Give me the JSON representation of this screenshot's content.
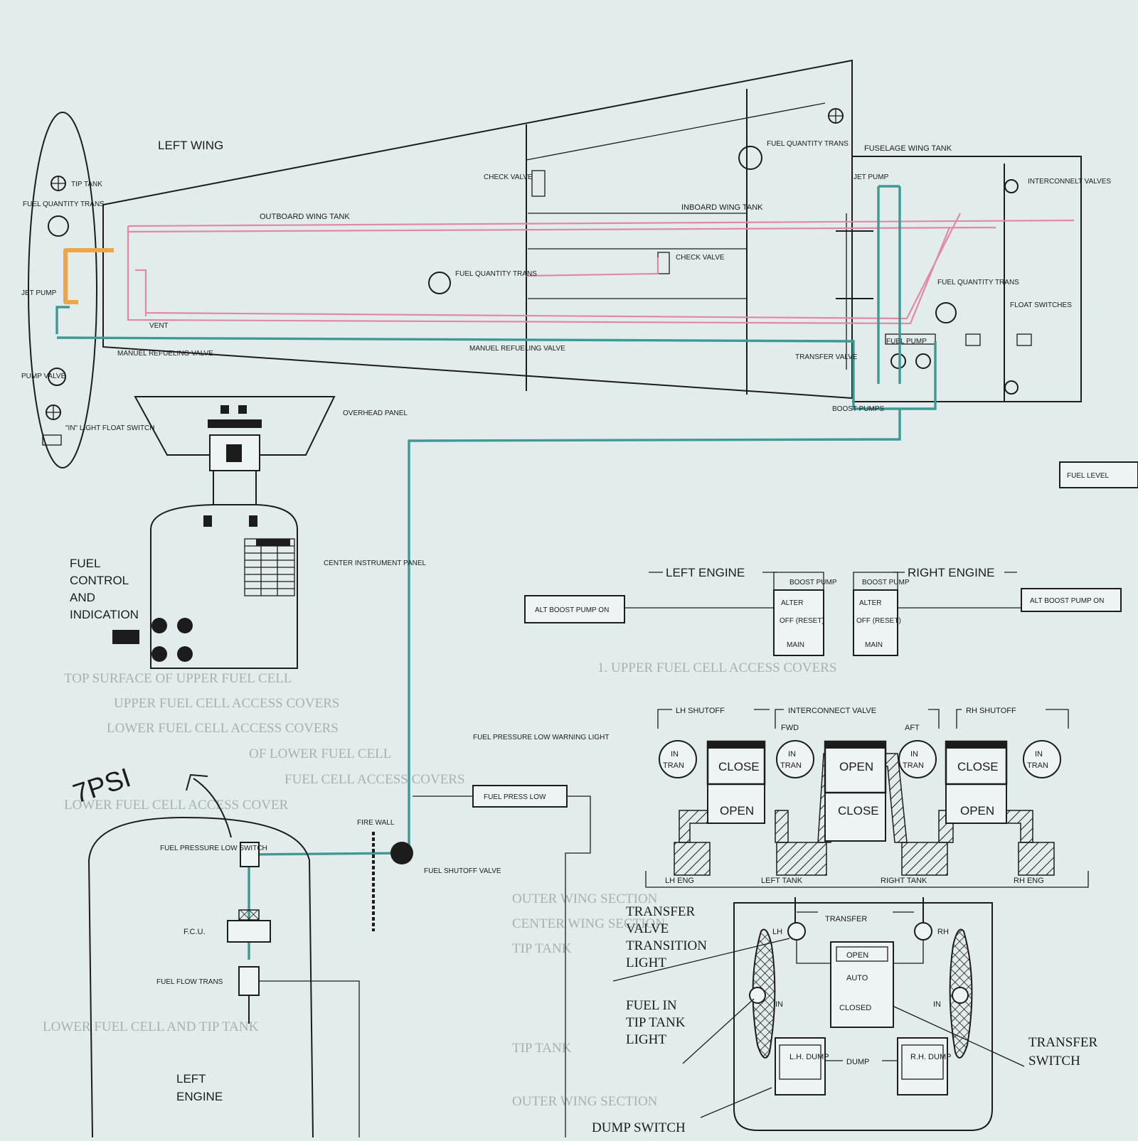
{
  "labels": {
    "left_wing": "LEFT WING",
    "tip_tank": "TIP TANK",
    "fuel_quantity_trans": "FUEL QUANTITY TRANS",
    "jet_pump": "JET PUMP",
    "pump_valve": "PUMP VALVE",
    "inlight_float_switch": "\"IN\" LIGHT FLOAT SWITCH",
    "outboard_wing_tank": "OUTBOARD WING TANK",
    "vent": "VENT",
    "manual_refueling_valve": "MANUEL REFUELING VALVE",
    "check_valve": "CHECK VALVE",
    "inboard_wing_tank": "INBOARD WING TANK",
    "fuselage_wing_tank": "FUSELAGE WING TANK",
    "interconnect_valves": "INTERCONNELT VALVES",
    "float_switches": "FLOAT SWITCHES",
    "fuel_pump": "FUEL PUMP",
    "transfer_valve": "TRANSFER VALVE",
    "boost_pumps": "BOOST PUMPS",
    "fuel_level": "FUEL LEVEL",
    "overhead_panel": "OVERHEAD PANEL",
    "center_instrument_panel": "CENTER INSTRUMENT PANEL",
    "fuel_control_1": "FUEL",
    "fuel_control_2": "CONTROL",
    "fuel_control_3": "AND",
    "fuel_control_4": "INDICATION",
    "fuel_pressure_low_warning_light": "FUEL PRESSURE LOW WARNING LIGHT",
    "fuel_press_low": "FUEL PRESS LOW",
    "fire_wall": "FIRE WALL",
    "fuel_pressure_low_switch": "FUEL PRESSURE LOW SWITCH",
    "fuel_shutoff_valve": "FUEL SHUTOFF VALVE",
    "fcu": "F.C.U.",
    "fuel_flow_trans": "FUEL FLOW TRANS",
    "left_engine_1": "LEFT",
    "left_engine_2": "ENGINE",
    "handwritten_note": "7PSI"
  },
  "engine_panel": {
    "left_engine": "LEFT ENGINE",
    "right_engine": "RIGHT ENGINE",
    "alt_boost_pump_on": "ALT BOOST PUMP ON",
    "boost_pump": "BOOST PUMP",
    "alter": "ALTER",
    "off_reset": "OFF (RESET)",
    "main": "MAIN"
  },
  "valve_panel": {
    "lh_shutoff": "LH SHUTOFF",
    "interconnect_valve": "INTERCONNECT VALVE",
    "rh_shutoff": "RH SHUTOFF",
    "fwd": "FWD",
    "aft": "AFT",
    "in_tran_1": "IN",
    "in_tran_2": "TRAN",
    "close": "CLOSE",
    "open": "OPEN",
    "lh_eng": "LH ENG",
    "left_tank": "LEFT TANK",
    "right_tank": "RIGHT TANK",
    "rh_eng": "RH ENG"
  },
  "transfer_panel": {
    "transfer": "TRANSFER",
    "lh": "LH",
    "rh": "RH",
    "in": "IN",
    "open": "OPEN",
    "auto": "AUTO",
    "closed": "CLOSED",
    "lh_dump": "L.H. DUMP",
    "dump": "DUMP",
    "rh_dump": "R.H. DUMP"
  },
  "callouts": {
    "transfer_valve_transition_light_1": "TRANSFER",
    "transfer_valve_transition_light_2": "VALVE",
    "transfer_valve_transition_light_3": "TRANSITION",
    "transfer_valve_transition_light_4": "LIGHT",
    "fuel_in_tip_tank_light_1": "FUEL IN",
    "fuel_in_tip_tank_light_2": "TIP TANK",
    "fuel_in_tip_tank_light_3": "LIGHT",
    "transfer_switch_1": "TRANSFER",
    "transfer_switch_2": "SWITCH",
    "dump_switch": "DUMP SWITCH"
  },
  "bleed_through": {
    "lines": [
      "1. UPPER FUEL CELL ACCESS COVERS",
      "TOP SURFACE OF UPPER FUEL CELL",
      "UPPER FUEL CELL ACCESS COVERS",
      "LOWER FUEL CELL ACCESS COVERS",
      "OF LOWER FUEL CELL",
      "FUEL CELL ACCESS COVERS",
      "LOWER FUEL CELL ACCESS COVER",
      "OUTER WING SECTION",
      "CENTER WING SECTION",
      "TIP TANK",
      "LOWER FUEL CELL AND TIP TANK",
      "TIP TANK",
      "OUTER WING SECTION"
    ]
  },
  "colors": {
    "paper": "#e3ecec",
    "ink": "#1c1c1c",
    "vent_line": "#e089a5",
    "feed_line": "#3d9a93",
    "tip_tank_line": "#f0a448"
  }
}
